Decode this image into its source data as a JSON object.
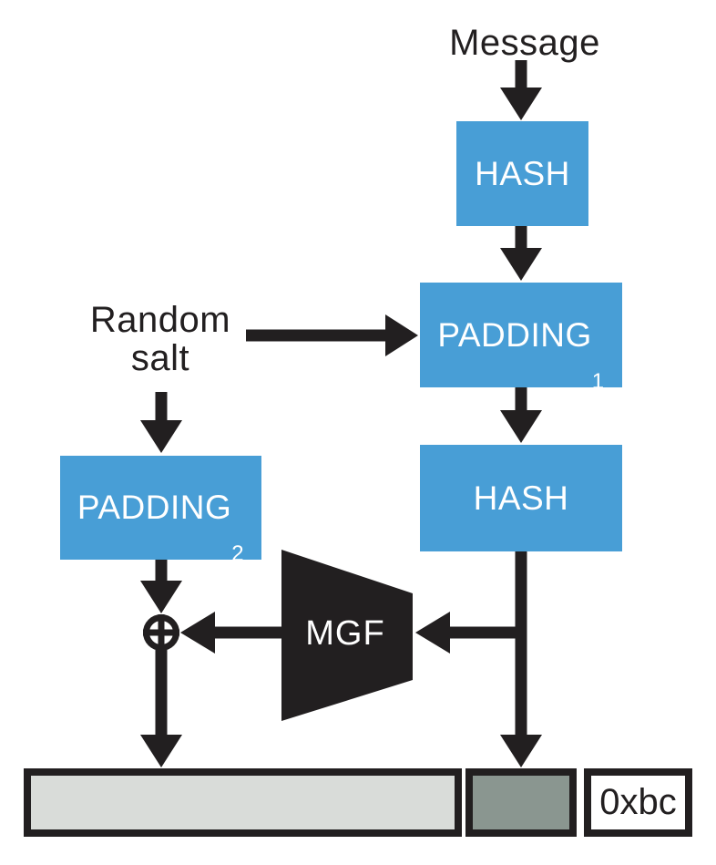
{
  "colors": {
    "ink": "#221f20",
    "box_blue": "#489ED6",
    "out_light_gray": "#D9DCD9",
    "out_dark_gray": "#8A9690"
  },
  "nodes": {
    "message": "Message",
    "hash_top": "HASH",
    "padding1": "PADDING",
    "padding1_sub": "1",
    "random_salt": [
      "Random",
      "salt"
    ],
    "padding2": "PADDING",
    "padding2_sub": "2",
    "hash_mid": "HASH",
    "mgf": "MGF",
    "trailer": "0xbc"
  },
  "icons": {
    "xor": "⊕",
    "arrow": "▼"
  }
}
